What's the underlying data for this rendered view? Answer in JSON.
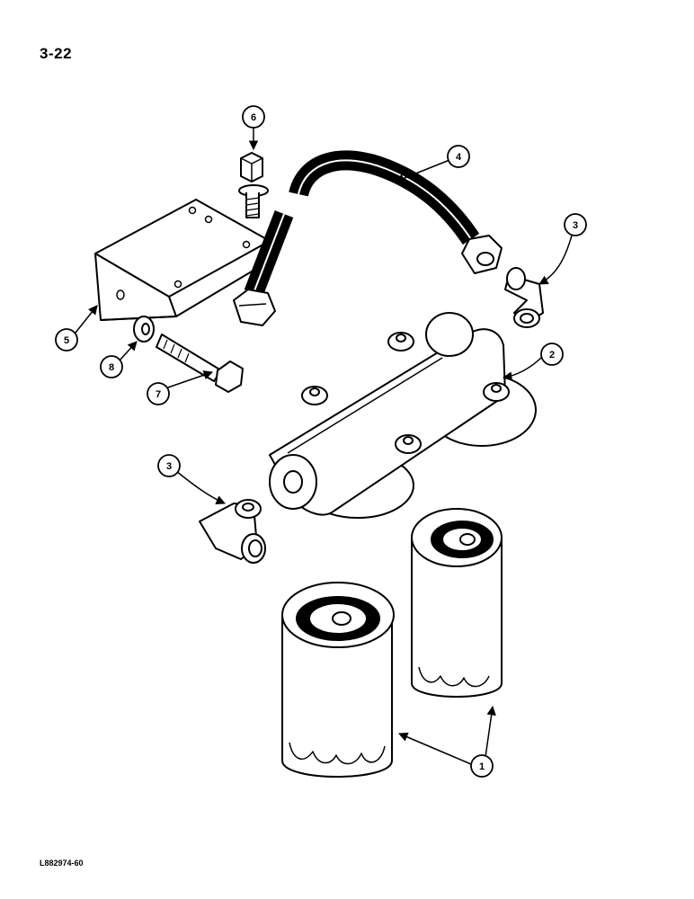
{
  "page": {
    "number": "3-22",
    "figure_code": "L882974-60"
  },
  "callouts": [
    {
      "id": "1",
      "label": "1"
    },
    {
      "id": "2",
      "label": "2"
    },
    {
      "id": "3",
      "label": "3"
    },
    {
      "id": "4",
      "label": "4"
    },
    {
      "id": "5",
      "label": "5"
    },
    {
      "id": "6",
      "label": "6"
    },
    {
      "id": "7",
      "label": "7"
    },
    {
      "id": "8",
      "label": "8"
    }
  ],
  "colors": {
    "ink": "#000000",
    "paper": "#ffffff",
    "shade": "#d8d8d8"
  }
}
